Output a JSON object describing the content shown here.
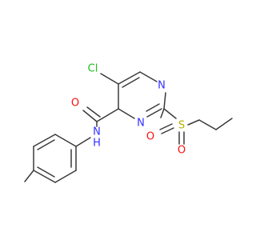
{
  "colors": {
    "carbon_bond": "#3a3a3a",
    "nitrogen": "#3131ff",
    "oxygen": "#ff0d0d",
    "sulfur": "#b2b200",
    "chlorine": "#1fbf1f",
    "background": "#ffffff"
  },
  "atoms": {
    "cl": "Cl",
    "n_ring_top": "N",
    "n_ring_bottom": "N",
    "o_amide": "O",
    "n_amide": "N",
    "h_amide": "H",
    "s_sulfonyl": "S",
    "o_sulfonyl_left": "O",
    "o_sulfonyl_right": "O"
  }
}
